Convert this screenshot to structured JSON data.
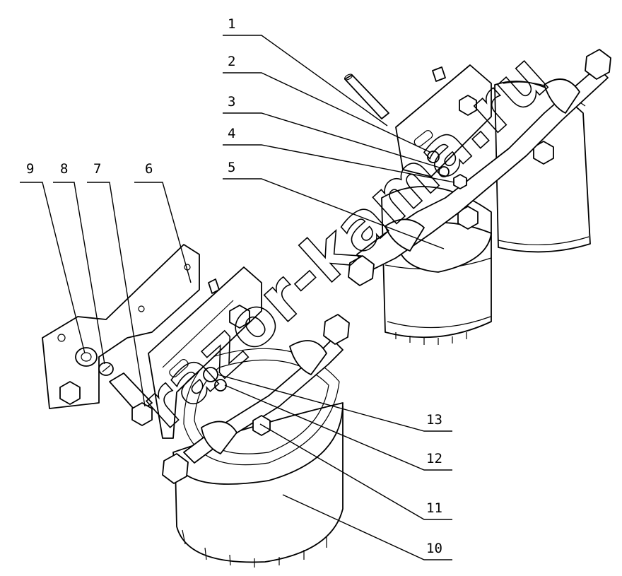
{
  "callouts": [
    {
      "id": "1",
      "text": "1"
    },
    {
      "id": "2",
      "text": "2"
    },
    {
      "id": "3",
      "text": "3"
    },
    {
      "id": "4",
      "text": "4"
    },
    {
      "id": "5",
      "text": "5"
    },
    {
      "id": "6",
      "text": "6"
    },
    {
      "id": "7",
      "text": "7"
    },
    {
      "id": "8",
      "text": "8"
    },
    {
      "id": "9",
      "text": "9"
    },
    {
      "id": "10",
      "text": "10"
    },
    {
      "id": "11",
      "text": "11"
    },
    {
      "id": "12",
      "text": "12"
    },
    {
      "id": "13",
      "text": "13"
    }
  ],
  "watermark": "razor-kama.ru"
}
